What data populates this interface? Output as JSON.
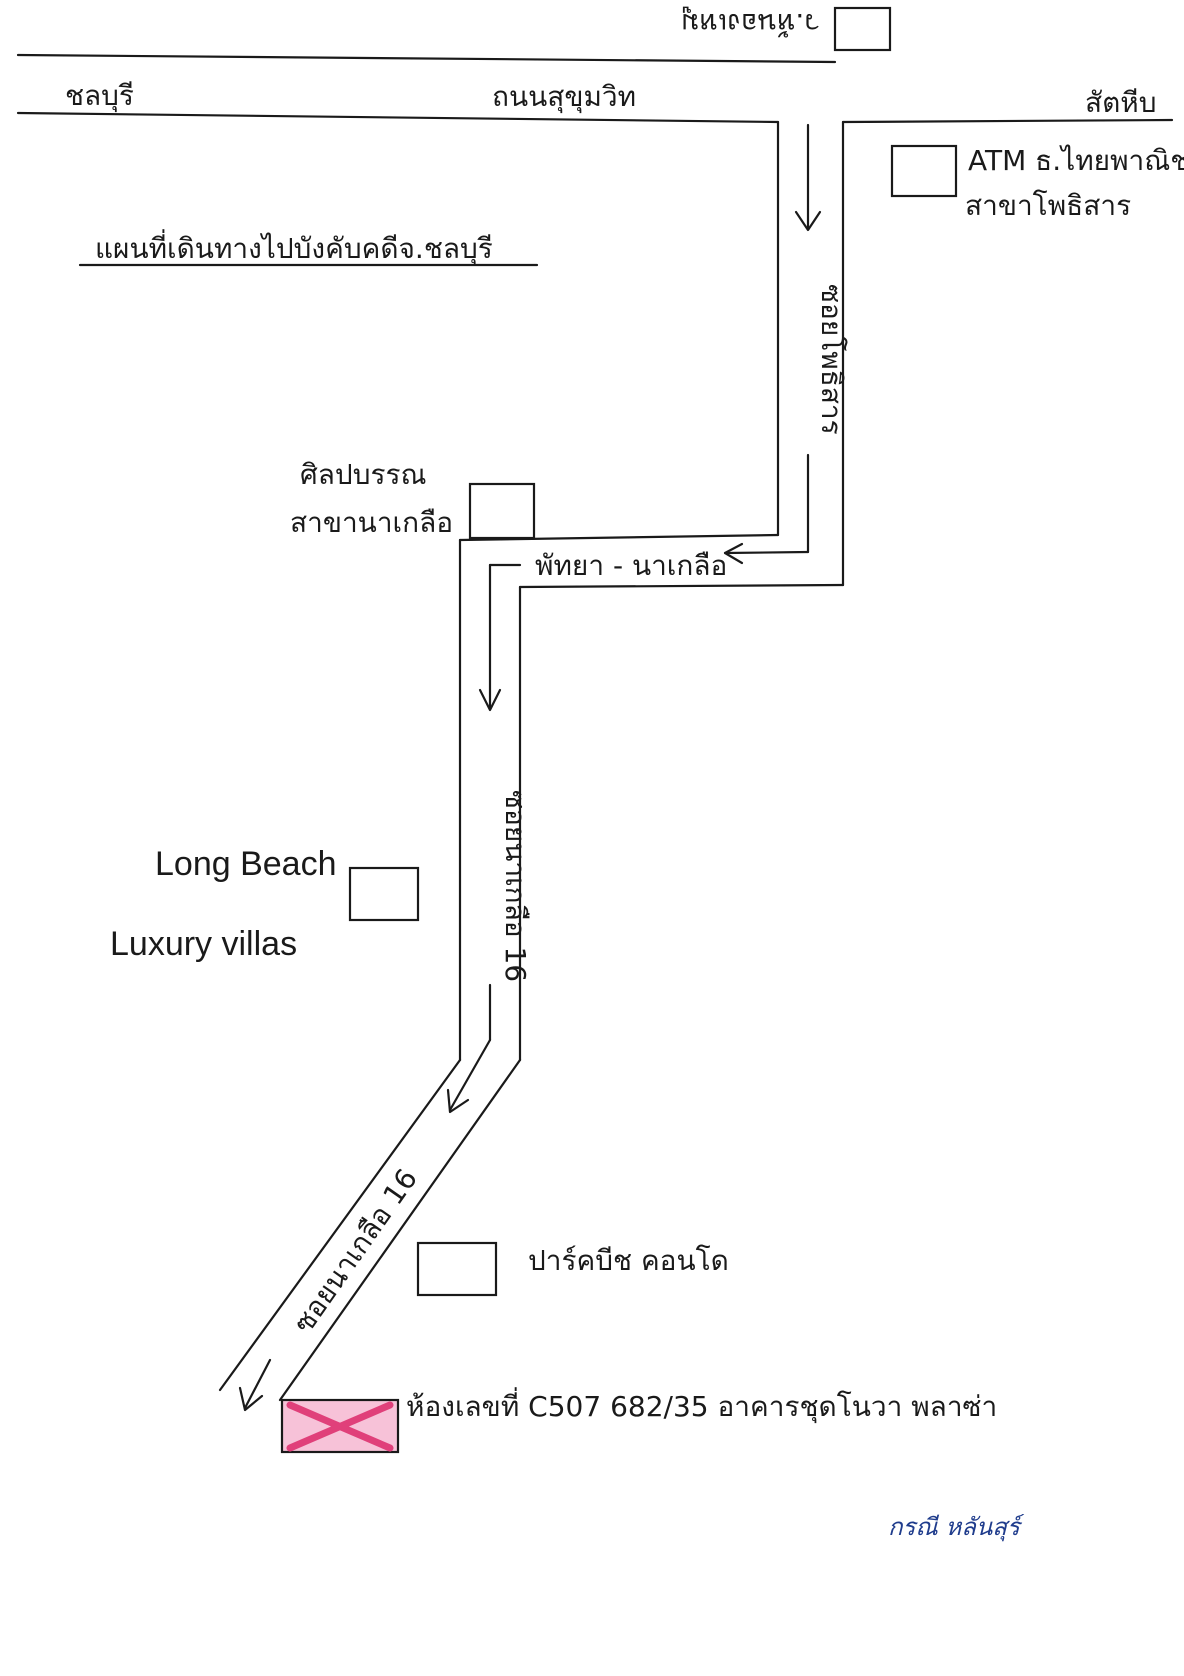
{
  "title": "แผนที่เดินทางไปบังคับคดีจ.ชลบุรี",
  "roads": {
    "main": "ถนนสุขุมวิท",
    "left_end": "ชลบุรี",
    "right_end": "สัตหีบ",
    "soi_phothisan": "ซอยโพธิสาร",
    "pattaya_naklua": "พัทยา - นาเกลือ",
    "soi_naklua_16_a": "ซอยนาเกลือ 16",
    "soi_naklua_16_b": "ซอยนาเกลือ 16"
  },
  "landmarks": {
    "top_partial": "ว.ห้นองเหมู",
    "atm_line1": "ATM ธ.ไทยพาณิชย์",
    "atm_line2": "สาขาโพธิสาร",
    "silpa_line1": "ศิลปบรรณ",
    "silpa_line2": "สาขานาเกลือ",
    "longbeach_line1": "Long Beach",
    "longbeach_line2": "Luxury villas",
    "park_beach": "ปาร์คบีช คอนโด"
  },
  "destination": {
    "label": "ห้องเลขที่ C507 682/35 อาคารชุดโนวา พลาซ่า",
    "marker_color": "#e0407a"
  },
  "signature": {
    "text": "กรณี หลันสุร์",
    "color": "#1f3c8c"
  },
  "ink_color": "#1a1a1a"
}
